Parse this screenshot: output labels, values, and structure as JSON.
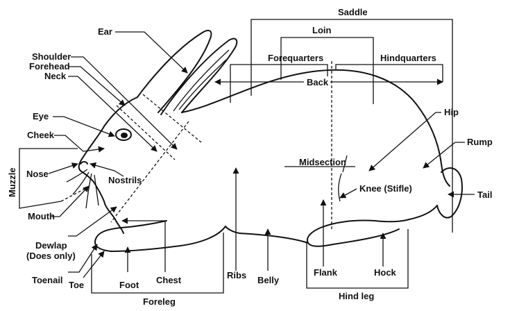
{
  "labels": {
    "saddle": "Saddle",
    "loin": "Loin",
    "forequarters": "Forequarters",
    "hindquarters": "Hindquarters",
    "back": "Back",
    "ear": "Ear",
    "shoulder": "Shoulder",
    "forehead": "Forehead",
    "neck": "Neck",
    "eye": "Eye",
    "cheek": "Cheek",
    "muzzle": "Muzzle",
    "nose": "Nose",
    "nostrils": "Nostrils",
    "mouth": "Mouth",
    "dewlap_line1": "Dewlap",
    "dewlap_line2": "(Does only)",
    "toenail": "Toenail",
    "toe": "Toe",
    "foot": "Foot",
    "chest": "Chest",
    "foreleg": "Foreleg",
    "ribs": "Ribs",
    "belly": "Belly",
    "flank": "Flank",
    "hock": "Hock",
    "hind_leg": "Hind leg",
    "midsection": "Midsection",
    "knee": "Knee (Stifle)",
    "hip": "Hip",
    "rump": "Rump",
    "tail": "Tail"
  }
}
